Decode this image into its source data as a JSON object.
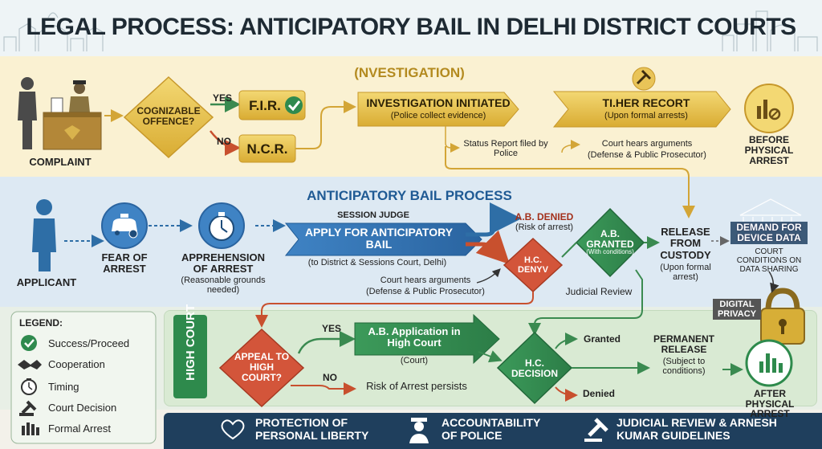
{
  "title": "LEGAL PROCESS: ANTICIPATORY BAIL IN DELHI DISTRICT COURTS",
  "investigation": {
    "heading": "(NVESTIGATION)",
    "complaint_label": "COMPLAINT",
    "decision": "COGNIZABLE OFFENCE?",
    "yes": "YES",
    "no": "NO",
    "fir": "F.I.R.",
    "ncr": "N.C.R.",
    "investigation_title": "INVESTIGATION INITIATED",
    "investigation_sub": "(Police collect evidence)",
    "status_report": "Status Report filed by Police",
    "record_title": "TI.HER RECORT",
    "record_sub": "(Upon formal arrests)",
    "court_hears": "Court hears arguments",
    "court_hears_sub": "(Defense & Public Prosecutor)",
    "before_arrest": "BEFORE PHYSICAL ARREST"
  },
  "anticipatory": {
    "heading": "ANTICIPATORY BAIL PROCESS",
    "applicant": "APPLICANT",
    "fear": "FEAR OF ARREST",
    "apprehension": "APPREHENSION OF ARREST",
    "apprehension_sub": "(Reasonable grounds needed)",
    "session_judge": "SESSION JUDGE",
    "apply_title": "APPLY FOR ANTICIPATORY BAIL",
    "apply_sub": "(to District & Sessions Court, Delhi)",
    "denied": "A.B. DENIED",
    "denied_sub": "(Risk of arrest)",
    "hc_deny": "H.C. DENYV",
    "granted": "A.B. GRANTED",
    "granted_sub": "(With conditions)",
    "release": "RELEASE FROM CUSTODY",
    "release_sub": "(Upon formal arrest)",
    "court_hears": "Court hears arguments",
    "court_hears_sub": "(Defense & Public Prosecutor)",
    "judicial_review": "Judicial Review",
    "demand": "DEMAND FOR DEVICE DATA",
    "demand_sub": "COURT CONDITIONS ON DATA SHARING",
    "privacy": "DIGITAL PRIVACY"
  },
  "high_court": {
    "side_label": "HIGH COURT",
    "appeal": "APPEAL TO HIGH COURT?",
    "yes": "YES",
    "no": "NO",
    "application_title": "A.B. Application in High Court",
    "application_sub": "(Court)",
    "risk": "Risk of Arrest persists",
    "decision": "H.C. DECISION",
    "granted": "Granted",
    "denied": "Denied",
    "permanent": "PERMANENT RELEASE",
    "permanent_sub": "(Subject to conditions)",
    "after_arrest": "AFTER PHYSICAL ARREST"
  },
  "legend": {
    "title": "LEGEND:",
    "items": [
      "Success/Proceed",
      "Cooperation",
      "Timing",
      "Court Decision",
      "Formal Arrest"
    ]
  },
  "footer": {
    "item1": "PROTECTION OF PERSONAL LIBERTY",
    "item2": "ACCOUNTABILITY OF POLICE",
    "item3": "JUDICIAL REVIEW & ARNESH KUMAR GUIDELINES"
  },
  "colors": {
    "yellow_band": "#faf1d2",
    "blue_band": "#dde9f3",
    "green_band": "#e3efe0",
    "footer": "#1f3f5d",
    "gold": "#d7ae37",
    "blue": "#2e6ea6",
    "green": "#2f8a4e",
    "red": "#cf4a2c"
  }
}
